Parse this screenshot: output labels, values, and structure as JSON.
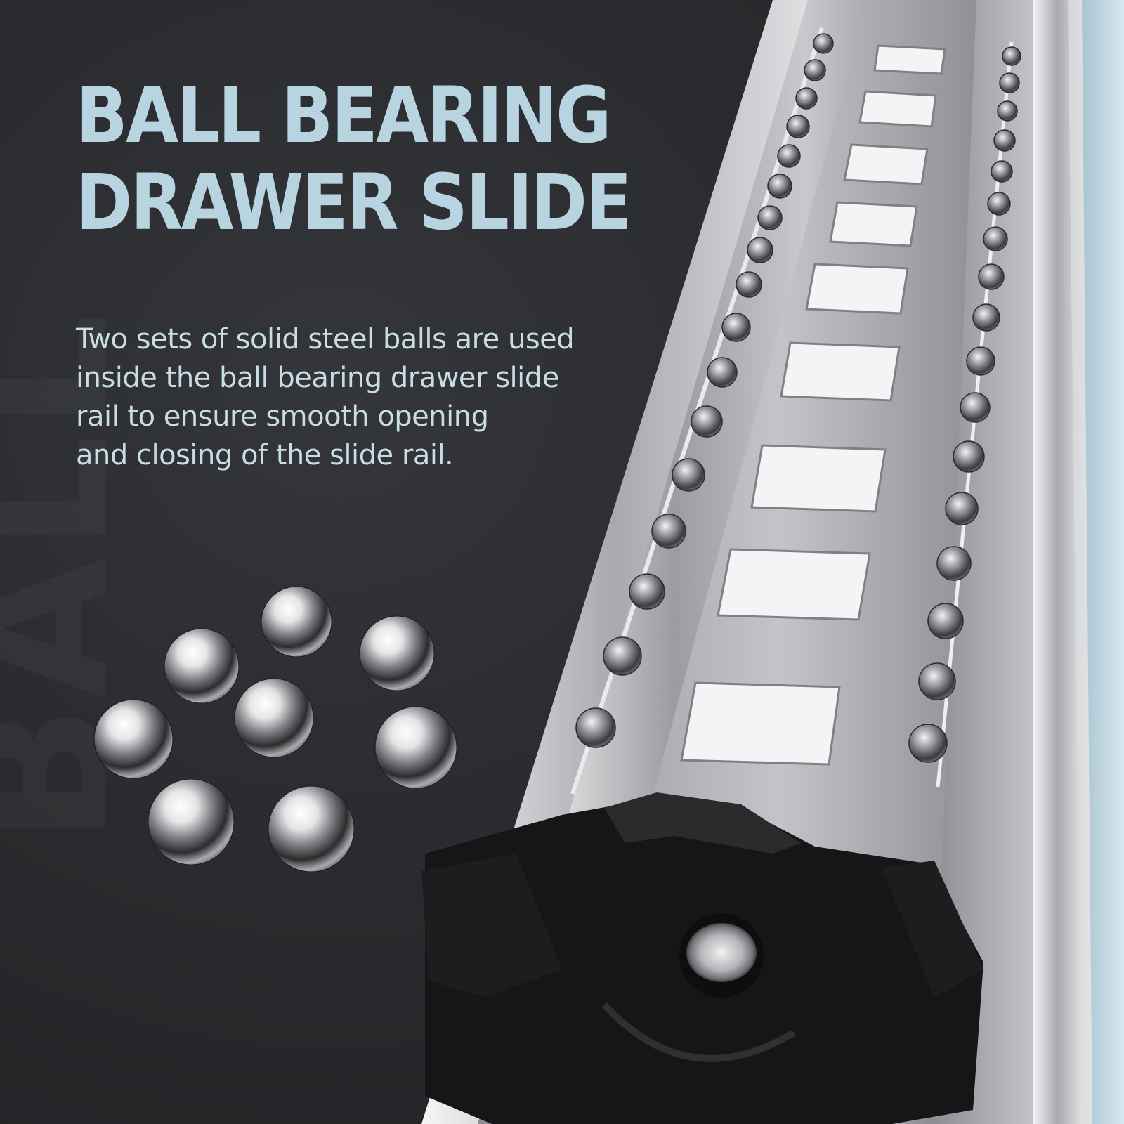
{
  "watermark_text": "BALL",
  "title_lines": [
    "BALL BEARING",
    "DRAWER SLIDE"
  ],
  "description_lines": [
    "Two sets of solid steel balls are used",
    "inside the ball bearing drawer slide",
    "rail to ensure smooth opening",
    "and closing of the slide rail."
  ],
  "colors": {
    "background": "#2a2b2d",
    "title": "#b9d4e1",
    "description": "#c9dde6",
    "rail_steel": "#b6b8bc",
    "plastic_end_cap": "#151617"
  },
  "loose_ball_count": 8
}
